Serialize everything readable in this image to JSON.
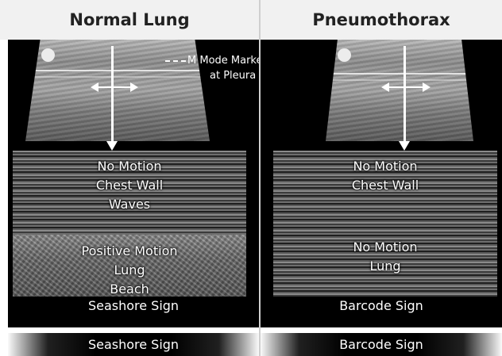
{
  "headers": {
    "left": "Normal Lung",
    "right": "Pneumothorax"
  },
  "annotation": {
    "line1": "M Mode Marker",
    "line2": "at Pleura"
  },
  "left_panel": {
    "upper_text": [
      "No Motion",
      "Chest Wall",
      "Waves"
    ],
    "lower_text": [
      "Positive Motion",
      "Lung",
      "Beach"
    ],
    "sign": "Seashore Sign"
  },
  "right_panel": {
    "upper_text": [
      "No Motion",
      "Chest Wall"
    ],
    "lower_text": [
      "No Motion",
      "Lung"
    ],
    "sign": "Barcode Sign"
  },
  "bottom_strip": {
    "left": "Seashore Sign",
    "right": "Barcode Sign"
  }
}
